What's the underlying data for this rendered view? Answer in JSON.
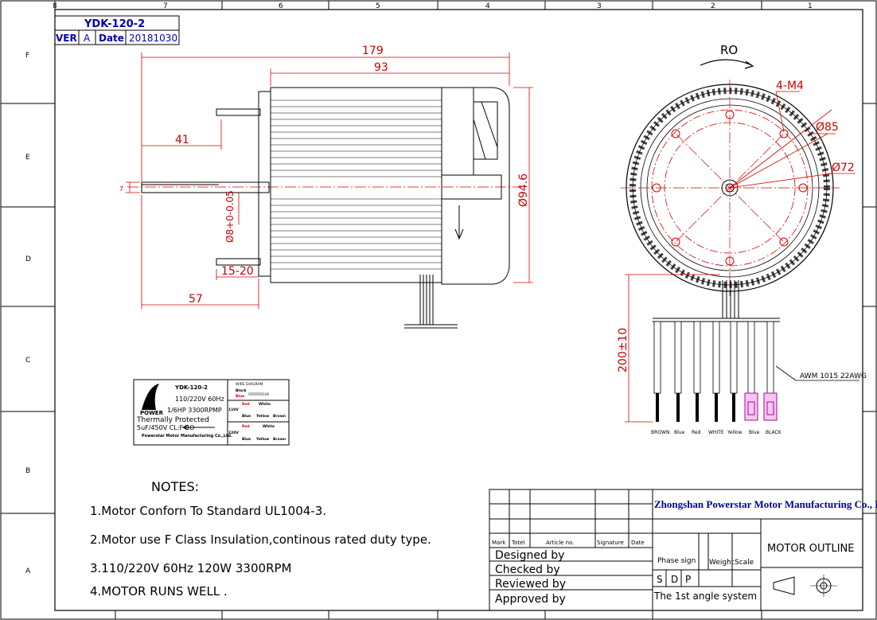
{
  "grid": {
    "columns": [
      "8",
      "7",
      "6",
      "5",
      "4",
      "3",
      "2",
      "1"
    ],
    "rows": [
      "F",
      "E",
      "D",
      "C",
      "B",
      "A"
    ]
  },
  "header": {
    "model": "YDK-120-2",
    "ver_label": "VER",
    "ver_value": "A",
    "date_label": "Date",
    "date_value": "20181030"
  },
  "side_view": {
    "dim_overall": "179",
    "dim_body": "93",
    "dim_shaft_front": "41",
    "dim_shaft_rear": "57",
    "dim_flat": "15-20",
    "dim_shaft_dia": "Ø8+0-0.05",
    "dim_flat_depth": "7",
    "dim_height": "Ø94.6"
  },
  "front_view": {
    "rotation": "RO",
    "holes": "4-M4",
    "dia_outer": "Ø85",
    "dia_pcd": "Ø72",
    "lead_length": "200±10",
    "wire_spec": "AWM 1015 22AWG",
    "wires": [
      "BROWN",
      "Blue",
      "Red",
      "WHITE",
      "Yellow",
      "Blue",
      "BLACK"
    ]
  },
  "nameplate": {
    "model": "YDK-120-2",
    "rating": "110/220V 60Hz",
    "power": "1/6HP 3300RPMP",
    "thermal": "Thermally Protected",
    "cap": "5uF/450V CL:F RO",
    "company": "Powerstar Motor Manufacturing Co.,Ltd.",
    "brand": "POWER",
    "diagram_title": "WIRE DIAGRAM",
    "black": "Black",
    "blue": "Blue",
    "cap_label": "CAP",
    "v110": "110V",
    "v220": "220V",
    "red": "Red",
    "white": "White",
    "yellow": "Yellow",
    "brown": "Brown"
  },
  "notes": {
    "title": "NOTES:",
    "items": [
      "1.Motor Conforn To Standard UL1004-3.",
      "2.Motor use F Class Insulation,continous rated duty type.",
      "3.110/220V 60Hz 120W 3300RPM",
      "4.MOTOR RUNS WELL ."
    ]
  },
  "title_block": {
    "company": "Zhongshan Powerstar Motor Manufacturing Co., Ltd",
    "headers": [
      "Mark",
      "Totel",
      "Article no.",
      "Signature",
      "Date"
    ],
    "designed": "Designed by",
    "checked": "Checked by",
    "reviewed": "Reviewed by",
    "approved": "Approved by",
    "phase_sign": "Phase sign",
    "weight": "Weight",
    "scale": "Scale",
    "phase_s": "S",
    "phase_d": "D",
    "phase_p": "P",
    "drawing_title": "MOTOR OUTLINE",
    "projection": "The 1st angle system"
  }
}
